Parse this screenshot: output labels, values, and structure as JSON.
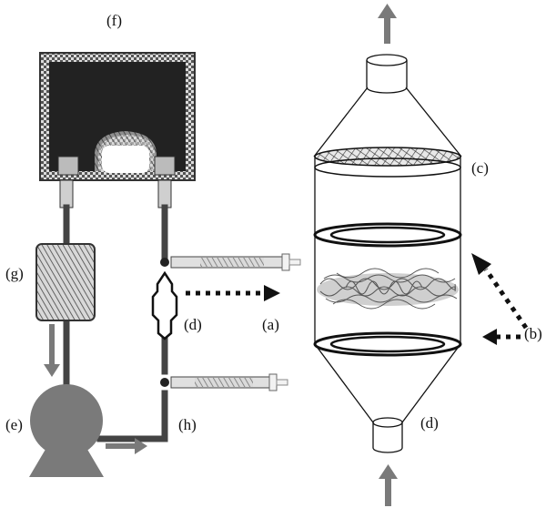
{
  "labels": {
    "a": "(a)",
    "b": "(b)",
    "c": "(c)",
    "d_circuit": "(d)",
    "d_vessel": "(d)",
    "e": "(e)",
    "f": "(f)",
    "g": "(g)",
    "h": "(h)"
  },
  "colors": {
    "ink": "#111111",
    "grey": "#7a7a7a",
    "tube": "#555555",
    "dark": "#2a2a2a"
  }
}
